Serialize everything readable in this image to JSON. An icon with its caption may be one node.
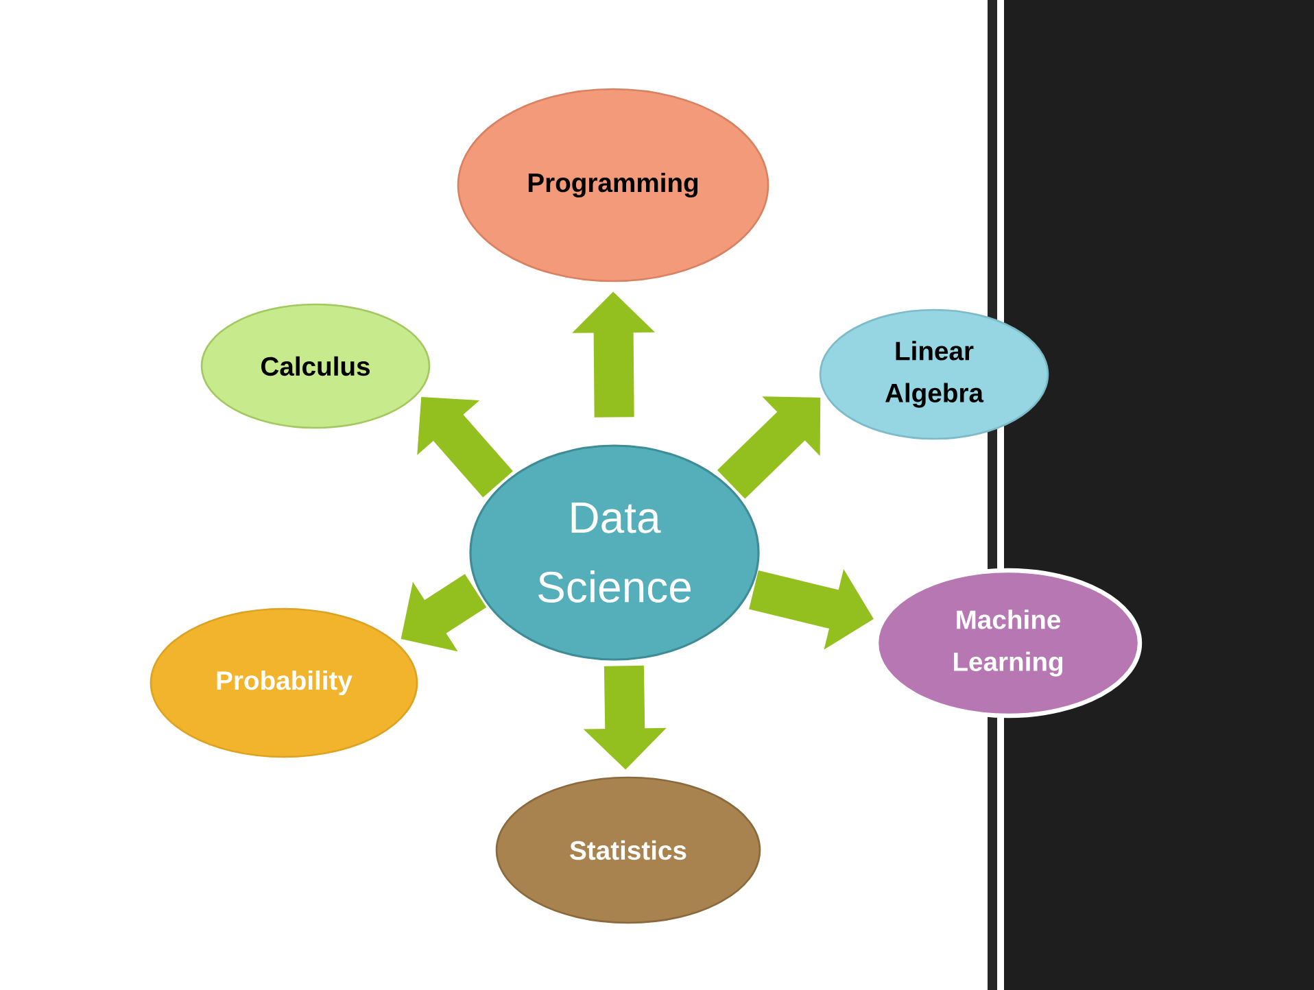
{
  "diagram": {
    "nodes": [
      {
        "text": [
          "Programming"
        ]
      },
      {
        "text": [
          "Calculus"
        ]
      },
      {
        "text": [
          "Linear Algebra"
        ]
      },
      {
        "text": [
          "Data Science"
        ]
      },
      {
        "text": [
          "Machine Learning"
        ]
      },
      {
        "text": [
          "Probability"
        ]
      },
      {
        "text": [
          "Statistics"
        ]
      }
    ],
    "edges": [
      {
        "from": 3,
        "to": 0,
        "arrow": "to"
      },
      {
        "from": 3,
        "to": 1,
        "arrow": "to"
      },
      {
        "from": 3,
        "to": 2,
        "arrow": "to"
      },
      {
        "from": 3,
        "to": 4,
        "arrow": "to"
      },
      {
        "from": 3,
        "to": 5,
        "arrow": "to"
      },
      {
        "from": 3,
        "to": 6,
        "arrow": "to"
      }
    ]
  }
}
